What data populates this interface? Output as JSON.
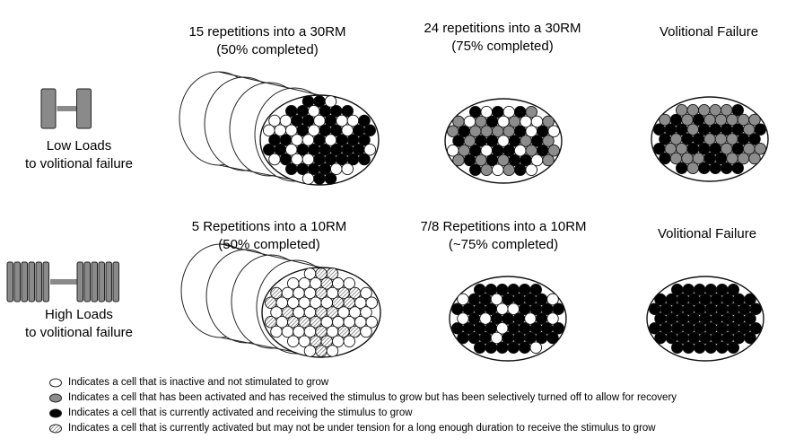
{
  "rows": [
    {
      "load_label": [
        "Low Loads",
        "to volitional failure"
      ],
      "panels": [
        {
          "title": [
            "15 repetitions into a 30RM",
            "(50% completed)"
          ],
          "view": "cylinder",
          "fractions": {
            "inactive": 0.34,
            "recovering": 0.0,
            "active": 0.66,
            "partial": 0.0
          }
        },
        {
          "title": [
            "24 repetitions into a 30RM",
            "(75% completed)"
          ],
          "view": "circle",
          "fractions": {
            "inactive": 0.16,
            "recovering": 0.34,
            "active": 0.5,
            "partial": 0.0
          }
        },
        {
          "title": [
            "Volitional Failure"
          ],
          "view": "circle",
          "fractions": {
            "inactive": 0.0,
            "recovering": 0.48,
            "active": 0.52,
            "partial": 0.0
          }
        }
      ]
    },
    {
      "load_label": [
        "High Loads",
        "to volitional failure"
      ],
      "panels": [
        {
          "title": [
            "5 Repetitions into a 10RM",
            "(50% completed)"
          ],
          "view": "cylinder",
          "fractions": {
            "inactive": 0.55,
            "recovering": 0.0,
            "active": 0.0,
            "partial": 0.45
          }
        },
        {
          "title": [
            "7/8 Repetitions into a 10RM",
            "(~75% completed)"
          ],
          "view": "circle",
          "fractions": {
            "inactive": 0.2,
            "recovering": 0.0,
            "active": 0.8,
            "partial": 0.0
          }
        },
        {
          "title": [
            "Volitional Failure"
          ],
          "view": "circle",
          "fractions": {
            "inactive": 0.0,
            "recovering": 0.0,
            "active": 1.0,
            "partial": 0.0
          }
        }
      ]
    }
  ],
  "legend": [
    {
      "key": "inactive",
      "text": "Indicates a cell that is inactive and not stimulated to grow"
    },
    {
      "key": "recovering",
      "text": "Indicates a cell that has been activated and has received the stimulus to grow but has been selectively turned off to allow for recovery"
    },
    {
      "key": "active",
      "text": "Indicates a cell that is currently activated and receiving the stimulus to grow"
    },
    {
      "key": "partial",
      "text": "Indicates a cell that is currently activated but may not be under tension for a long enough duration to receive the stimulus to grow"
    }
  ],
  "colors": {
    "inactive": "#ffffff",
    "recovering": "#8c8c8c",
    "active": "#000000",
    "partial": "#c8c8c8",
    "stroke": "#1a1a1a",
    "dumbbell": "#8a8a8a"
  }
}
